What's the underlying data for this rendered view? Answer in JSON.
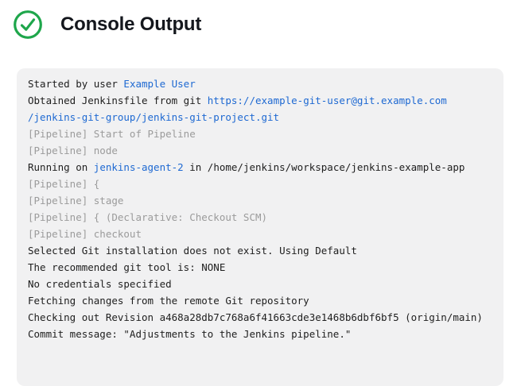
{
  "colors": {
    "success_green": "#1ea64b",
    "title_color": "#14171d",
    "console_background": "#f1f1f2",
    "console_text": "#1e1e1e",
    "console_muted": "#9b9b9b",
    "console_link": "#1e69d2"
  },
  "header": {
    "title": "Console Output",
    "status_icon": "success-check-circle-icon"
  },
  "console": {
    "lines": [
      {
        "segments": [
          {
            "text": "Started by user ",
            "style": "text"
          },
          {
            "text": "Example User",
            "style": "link"
          }
        ]
      },
      {
        "segments": [
          {
            "text": "Obtained Jenkinsfile from git ",
            "style": "text"
          },
          {
            "text": "https://example-git-user@git.example.com",
            "style": "link"
          }
        ]
      },
      {
        "segments": [
          {
            "text": "/jenkins-git-group/jenkins-git-project.git",
            "style": "link"
          }
        ]
      },
      {
        "segments": [
          {
            "text": "[Pipeline] Start of Pipeline",
            "style": "muted"
          }
        ]
      },
      {
        "segments": [
          {
            "text": "[Pipeline] node",
            "style": "muted"
          }
        ]
      },
      {
        "segments": [
          {
            "text": "Running on ",
            "style": "text"
          },
          {
            "text": "jenkins-agent-2",
            "style": "link"
          },
          {
            "text": " in /home/jenkins/workspace/jenkins-example-app",
            "style": "text"
          }
        ]
      },
      {
        "segments": [
          {
            "text": "[Pipeline] {",
            "style": "muted"
          }
        ]
      },
      {
        "segments": [
          {
            "text": "[Pipeline] stage",
            "style": "muted"
          }
        ]
      },
      {
        "segments": [
          {
            "text": "[Pipeline] { (Declarative: Checkout SCM)",
            "style": "muted"
          }
        ]
      },
      {
        "segments": [
          {
            "text": "[Pipeline] checkout",
            "style": "muted"
          }
        ]
      },
      {
        "segments": [
          {
            "text": "Selected Git installation does not exist. Using Default",
            "style": "text"
          }
        ]
      },
      {
        "segments": [
          {
            "text": "The recommended git tool is: NONE",
            "style": "text"
          }
        ]
      },
      {
        "segments": [
          {
            "text": "No credentials specified",
            "style": "text"
          }
        ]
      },
      {
        "segments": [
          {
            "text": "Fetching changes from the remote Git repository",
            "style": "text"
          }
        ]
      },
      {
        "segments": [
          {
            "text": "Checking out Revision a468a28db7c768a6f41663cde3e1468b6dbf6bf5 (origin/main)",
            "style": "text"
          }
        ]
      },
      {
        "segments": [
          {
            "text": "Commit message: \"Adjustments to the Jenkins pipeline.\"",
            "style": "text"
          }
        ]
      }
    ]
  }
}
